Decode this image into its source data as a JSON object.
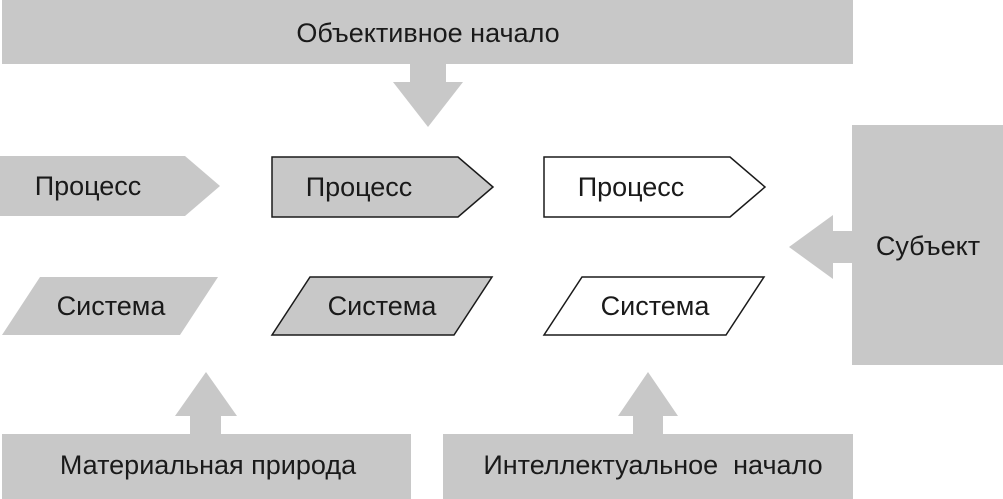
{
  "diagram": {
    "top_banner": {
      "label": "Объективное начало"
    },
    "subject": {
      "label": "Субъект"
    },
    "material": {
      "label": "Материальная природа"
    },
    "intellectual": {
      "label": "Интеллектуальное  начало"
    },
    "process_1": {
      "label": "Процесс"
    },
    "process_2": {
      "label": "Процесс"
    },
    "process_3": {
      "label": "Процесс"
    },
    "system_1": {
      "label": "Система"
    },
    "system_2": {
      "label": "Система"
    },
    "system_3": {
      "label": "Система"
    }
  },
  "colors": {
    "fill_gray": "#c8c8c8",
    "stroke": "#1a1a1a",
    "fill_white": "#ffffff"
  }
}
